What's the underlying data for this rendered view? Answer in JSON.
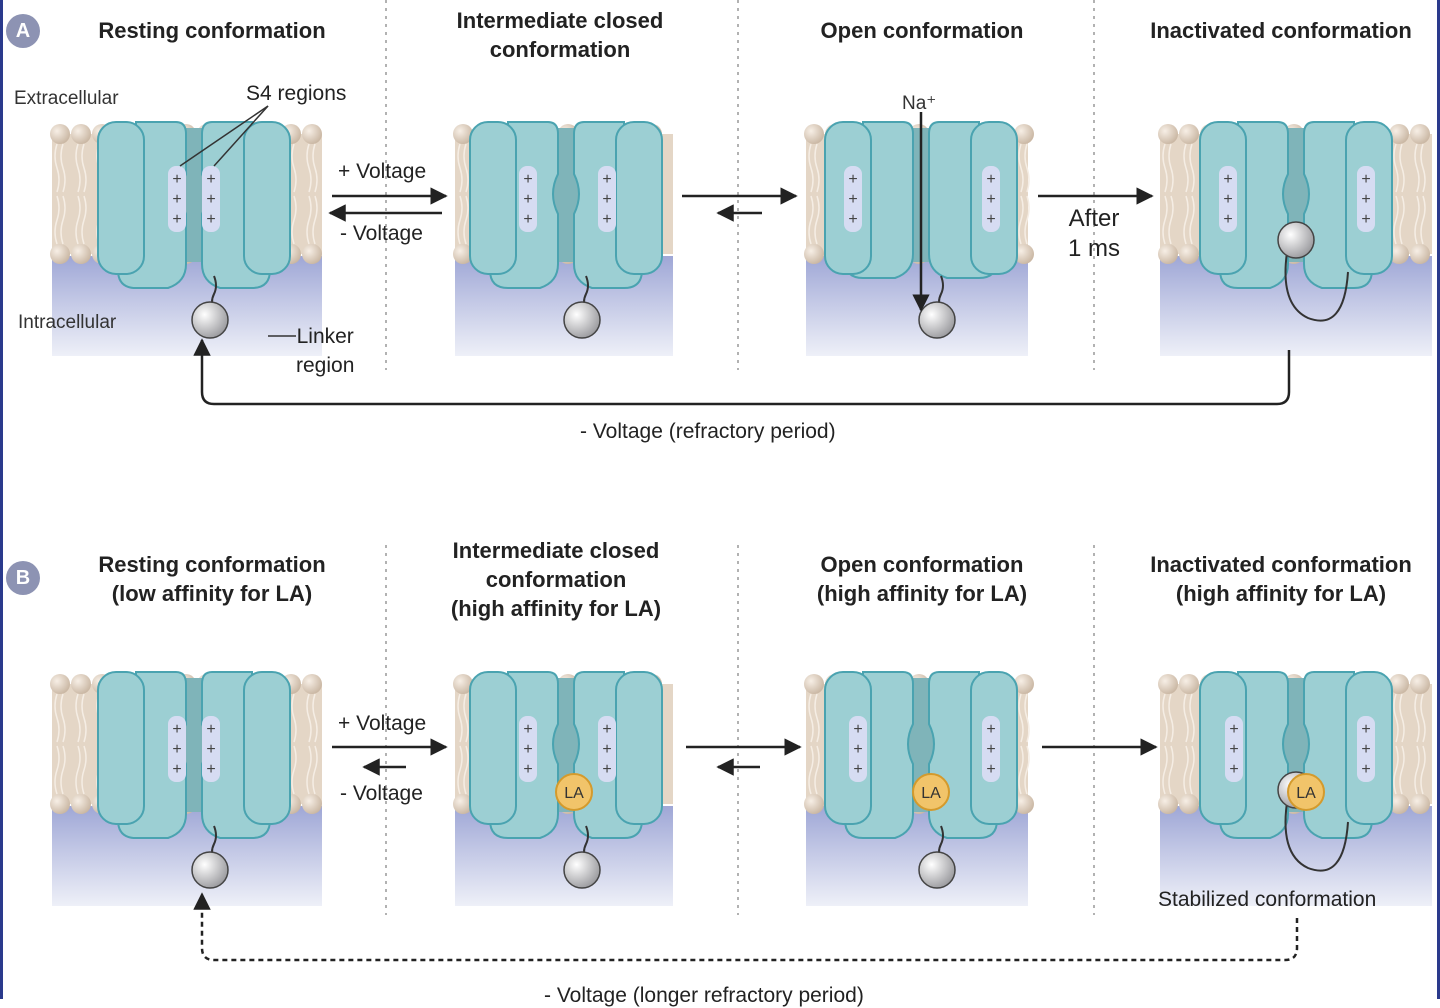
{
  "panelA": {
    "badge": "A",
    "states": [
      {
        "title_line1": "Resting conformation",
        "title_line2": ""
      },
      {
        "title_line1": "Intermediate closed",
        "title_line2": "conformation"
      },
      {
        "title_line1": "Open conformation",
        "title_line2": ""
      },
      {
        "title_line1": "Inactivated conformation",
        "title_line2": ""
      }
    ],
    "extracellular": "Extracellular",
    "intracellular": "Intracellular",
    "s4_regions": "S4 regions",
    "linker_line1": "Linker",
    "linker_line2": "region",
    "plus_voltage": "+ Voltage",
    "minus_voltage": "- Voltage",
    "na_ion": "Na⁺",
    "after_line1": "After",
    "after_line2": "1 ms",
    "return_label": "-  Voltage (refractory period)"
  },
  "panelB": {
    "badge": "B",
    "states": [
      {
        "title_line1": "Resting conformation",
        "title_line2": "(low affinity for LA)",
        "title_line3": ""
      },
      {
        "title_line1": "Intermediate closed",
        "title_line2": "conformation",
        "title_line3": "(high affinity for LA)"
      },
      {
        "title_line1": "Open conformation",
        "title_line2": "(high affinity for LA)",
        "title_line3": ""
      },
      {
        "title_line1": "Inactivated conformation",
        "title_line2": "(high affinity for LA)",
        "title_line3": ""
      }
    ],
    "plus_voltage": "+ Voltage",
    "minus_voltage": "- Voltage",
    "la_label": "LA",
    "stabilized": "Stabilized conformation",
    "return_label": "-  Voltage (longer refractory period)"
  },
  "colors": {
    "channel": "#9ccfd3",
    "channel_dark": "#7fb4b9",
    "channel_edge": "#4aa3b0",
    "membrane": "#e4d6c6",
    "cytoplasm": "#b3b9dc",
    "la_fill": "#f1c46a",
    "frame": "#2a3a8c"
  }
}
